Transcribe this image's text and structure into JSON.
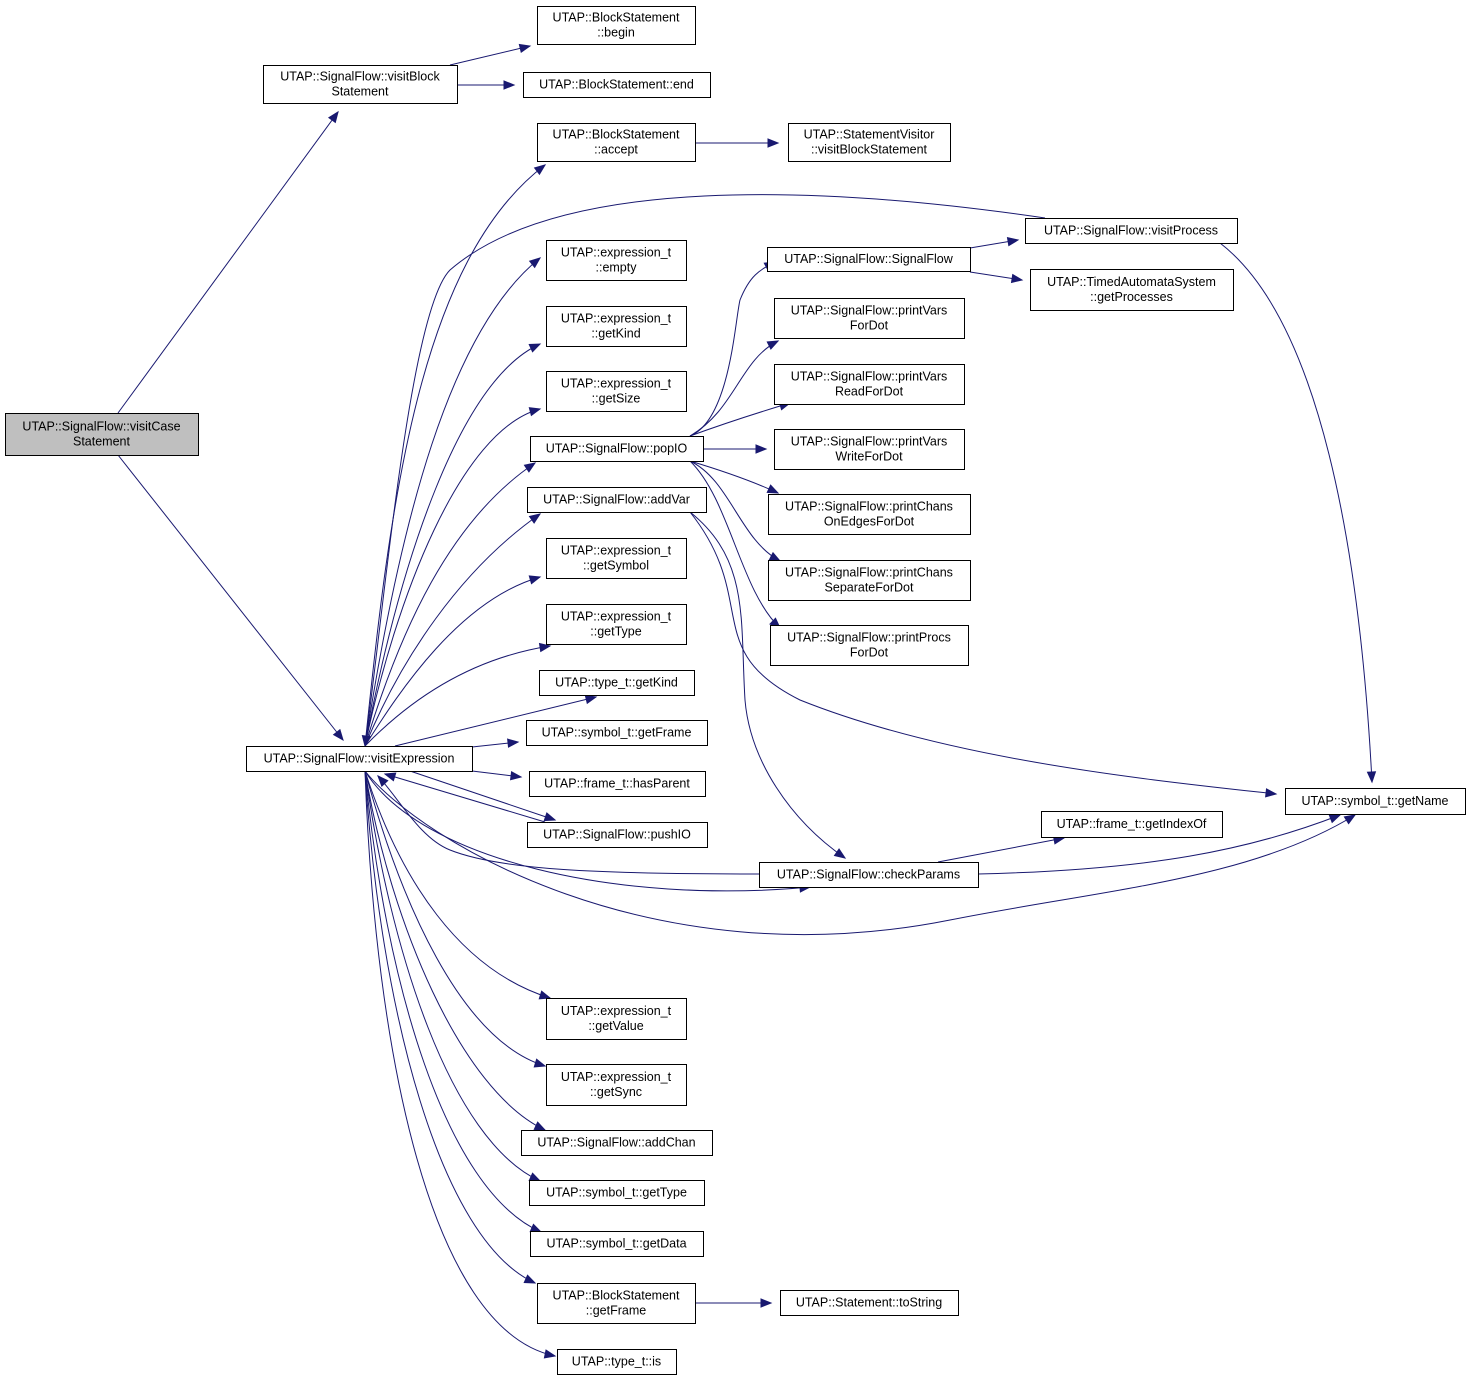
{
  "diagram": {
    "nodes": [
      {
        "id": "visitCaseStatement",
        "lines": [
          "UTAP::SignalFlow::visitCase",
          "Statement"
        ],
        "root": true
      },
      {
        "id": "visitBlockStatement",
        "lines": [
          "UTAP::SignalFlow::visitBlock",
          "Statement"
        ]
      },
      {
        "id": "bs_begin",
        "lines": [
          "UTAP::BlockStatement",
          "::begin"
        ]
      },
      {
        "id": "bs_end",
        "lines": [
          "UTAP::BlockStatement::end"
        ]
      },
      {
        "id": "bs_accept",
        "lines": [
          "UTAP::BlockStatement",
          "::accept"
        ]
      },
      {
        "id": "sv_visitBlock",
        "lines": [
          "UTAP::StatementVisitor",
          "::visitBlockStatement"
        ]
      },
      {
        "id": "visitProcess",
        "lines": [
          "UTAP::SignalFlow::visitProcess"
        ]
      },
      {
        "id": "expr_empty",
        "lines": [
          "UTAP::expression_t",
          "::empty"
        ]
      },
      {
        "id": "expr_getKind",
        "lines": [
          "UTAP::expression_t",
          "::getKind"
        ]
      },
      {
        "id": "expr_getSize",
        "lines": [
          "UTAP::expression_t",
          "::getSize"
        ]
      },
      {
        "id": "sf_ctor",
        "lines": [
          "UTAP::SignalFlow::SignalFlow"
        ]
      },
      {
        "id": "tas_getProcesses",
        "lines": [
          "UTAP::TimedAutomataSystem",
          "::getProcesses"
        ]
      },
      {
        "id": "printVarsForDot",
        "lines": [
          "UTAP::SignalFlow::printVars",
          "ForDot"
        ]
      },
      {
        "id": "printVarsReadForDot",
        "lines": [
          "UTAP::SignalFlow::printVars",
          "ReadForDot"
        ]
      },
      {
        "id": "printVarsWriteForDot",
        "lines": [
          "UTAP::SignalFlow::printVars",
          "WriteForDot"
        ]
      },
      {
        "id": "popIO",
        "lines": [
          "UTAP::SignalFlow::popIO"
        ]
      },
      {
        "id": "addVar",
        "lines": [
          "UTAP::SignalFlow::addVar"
        ]
      },
      {
        "id": "printChansOnEdges",
        "lines": [
          "UTAP::SignalFlow::printChans",
          "OnEdgesForDot"
        ]
      },
      {
        "id": "printChansSeparate",
        "lines": [
          "UTAP::SignalFlow::printChans",
          "SeparateForDot"
        ]
      },
      {
        "id": "printProcsForDot",
        "lines": [
          "UTAP::SignalFlow::printProcs",
          "ForDot"
        ]
      },
      {
        "id": "expr_getSymbol",
        "lines": [
          "UTAP::expression_t",
          "::getSymbol"
        ]
      },
      {
        "id": "expr_getType",
        "lines": [
          "UTAP::expression_t",
          "::getType"
        ]
      },
      {
        "id": "type_getKind",
        "lines": [
          "UTAP::type_t::getKind"
        ]
      },
      {
        "id": "sym_getFrame",
        "lines": [
          "UTAP::symbol_t::getFrame"
        ]
      },
      {
        "id": "visitExpression",
        "lines": [
          "UTAP::SignalFlow::visitExpression"
        ]
      },
      {
        "id": "frame_hasParent",
        "lines": [
          "UTAP::frame_t::hasParent"
        ]
      },
      {
        "id": "pushIO",
        "lines": [
          "UTAP::SignalFlow::pushIO"
        ]
      },
      {
        "id": "sym_getName",
        "lines": [
          "UTAP::symbol_t::getName"
        ]
      },
      {
        "id": "frame_getIndexOf",
        "lines": [
          "UTAP::frame_t::getIndexOf"
        ]
      },
      {
        "id": "checkParams",
        "lines": [
          "UTAP::SignalFlow::checkParams"
        ]
      },
      {
        "id": "expr_getValue",
        "lines": [
          "UTAP::expression_t",
          "::getValue"
        ]
      },
      {
        "id": "expr_getSync",
        "lines": [
          "UTAP::expression_t",
          "::getSync"
        ]
      },
      {
        "id": "addChan",
        "lines": [
          "UTAP::SignalFlow::addChan"
        ]
      },
      {
        "id": "sym_getType",
        "lines": [
          "UTAP::symbol_t::getType"
        ]
      },
      {
        "id": "sym_getData",
        "lines": [
          "UTAP::symbol_t::getData"
        ]
      },
      {
        "id": "bs_getFrame",
        "lines": [
          "UTAP::BlockStatement",
          "::getFrame"
        ]
      },
      {
        "id": "stmt_toString",
        "lines": [
          "UTAP::Statement::toString"
        ]
      },
      {
        "id": "type_is",
        "lines": [
          "UTAP::type_t::is"
        ]
      }
    ],
    "edges": [
      {
        "from": "visitCaseStatement",
        "to": "visitBlockStatement"
      },
      {
        "from": "visitCaseStatement",
        "to": "visitExpression"
      },
      {
        "from": "visitBlockStatement",
        "to": "bs_begin"
      },
      {
        "from": "visitBlockStatement",
        "to": "bs_end"
      },
      {
        "from": "bs_accept",
        "to": "sv_visitBlock"
      },
      {
        "from": "visitExpression",
        "to": "bs_accept"
      },
      {
        "from": "visitProcess",
        "to": "visitExpression"
      },
      {
        "from": "visitProcess",
        "to": "sym_getName"
      },
      {
        "from": "visitExpression",
        "to": "expr_empty"
      },
      {
        "from": "visitExpression",
        "to": "expr_getKind"
      },
      {
        "from": "visitExpression",
        "to": "expr_getSize"
      },
      {
        "from": "visitExpression",
        "to": "popIO"
      },
      {
        "from": "visitExpression",
        "to": "addVar"
      },
      {
        "from": "sf_ctor",
        "to": "visitProcess"
      },
      {
        "from": "sf_ctor",
        "to": "tas_getProcesses"
      },
      {
        "from": "popIO",
        "to": "sf_ctor"
      },
      {
        "from": "popIO",
        "to": "printVarsForDot"
      },
      {
        "from": "popIO",
        "to": "printVarsReadForDot"
      },
      {
        "from": "popIO",
        "to": "printVarsWriteForDot"
      },
      {
        "from": "popIO",
        "to": "printChansOnEdges"
      },
      {
        "from": "popIO",
        "to": "printChansSeparate"
      },
      {
        "from": "popIO",
        "to": "printProcsForDot"
      },
      {
        "from": "addVar",
        "to": "sym_getName"
      },
      {
        "from": "addVar",
        "to": "checkParams"
      },
      {
        "from": "visitExpression",
        "to": "expr_getSymbol"
      },
      {
        "from": "visitExpression",
        "to": "expr_getType"
      },
      {
        "from": "visitExpression",
        "to": "type_getKind"
      },
      {
        "from": "visitExpression",
        "to": "sym_getFrame"
      },
      {
        "from": "visitExpression",
        "to": "frame_hasParent"
      },
      {
        "from": "visitExpression",
        "to": "pushIO"
      },
      {
        "from": "pushIO",
        "to": "visitExpression"
      },
      {
        "from": "visitExpression",
        "to": "checkParams"
      },
      {
        "from": "checkParams",
        "to": "visitExpression"
      },
      {
        "from": "checkParams",
        "to": "frame_getIndexOf"
      },
      {
        "from": "checkParams",
        "to": "sym_getName"
      },
      {
        "from": "visitExpression",
        "to": "sym_getName"
      },
      {
        "from": "visitExpression",
        "to": "expr_getValue"
      },
      {
        "from": "visitExpression",
        "to": "expr_getSync"
      },
      {
        "from": "visitExpression",
        "to": "addChan"
      },
      {
        "from": "visitExpression",
        "to": "sym_getType"
      },
      {
        "from": "visitExpression",
        "to": "sym_getData"
      },
      {
        "from": "visitExpression",
        "to": "bs_getFrame"
      },
      {
        "from": "bs_getFrame",
        "to": "stmt_toString"
      },
      {
        "from": "visitExpression",
        "to": "type_is"
      }
    ]
  }
}
